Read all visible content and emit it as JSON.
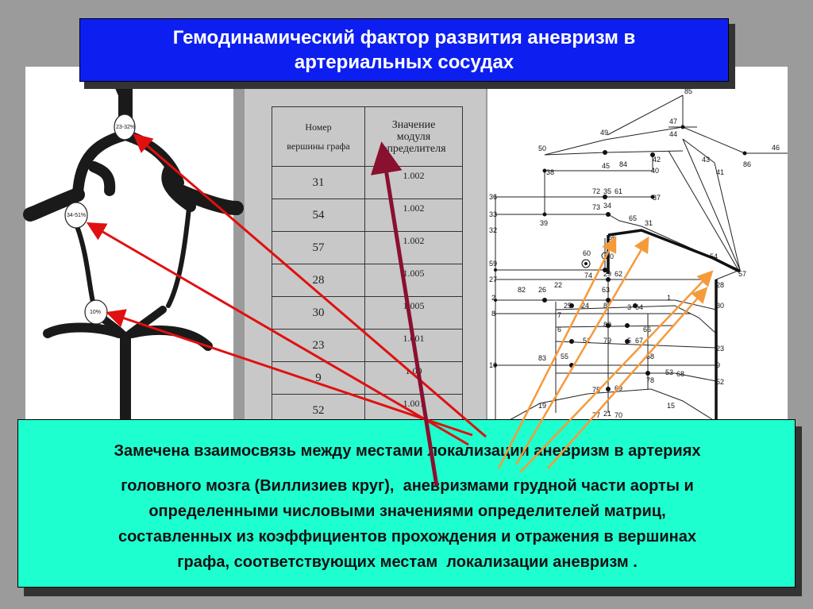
{
  "title": "Гемодинамический фактор развития аневризм в\nартериальных сосудах",
  "vessel_labels": [
    "23-32%",
    "34-51%",
    "10%"
  ],
  "table": {
    "header_col1": "Номер\nвершины графа",
    "header_col2": "Значение\nмодуля\nопределителя",
    "rows": [
      {
        "node": "31",
        "value": "1.002"
      },
      {
        "node": "54",
        "value": "1.002"
      },
      {
        "node": "57",
        "value": "1.002"
      },
      {
        "node": "28",
        "value": "1.005"
      },
      {
        "node": "30",
        "value": "1.005"
      },
      {
        "node": "23",
        "value": "1.001"
      },
      {
        "node": "9",
        "value": "1.00"
      },
      {
        "node": "52",
        "value": "1.001"
      }
    ]
  },
  "graph_labels": {
    "n85": "85",
    "n47": "47",
    "n44": "44",
    "n49": "49",
    "n50": "50",
    "n46": "46",
    "n42": "42",
    "n43": "43",
    "n86": "86",
    "n45": "45",
    "n84": "84",
    "n40": "40",
    "n41": "41",
    "n38": "38",
    "n72": "72",
    "n35": "35",
    "n61": "61",
    "n37": "37",
    "n36": "36",
    "n73": "73",
    "n34": "34",
    "n33": "33",
    "n65": "65",
    "n31": "31",
    "n39": "39",
    "n32": "32",
    "n56": "56",
    "n60": "60",
    "n0": "0",
    "n59": "59",
    "n54": "54",
    "n57": "57",
    "n74": "74",
    "n29": "29",
    "n62": "62",
    "n27": "27",
    "n28": "28",
    "n82": "82",
    "n26": "26",
    "n22": "22",
    "n63": "63",
    "n1": "1",
    "n2": "2",
    "n25": "25",
    "n24": "24",
    "n8a": "8",
    "n30": "30",
    "n8b": "8",
    "n7": "7",
    "n3": "3",
    "n64": "64",
    "n80": "80",
    "n66": "66",
    "n6": "6",
    "n51": "51",
    "n79": "79",
    "n5": "5",
    "n67": "67",
    "n23": "23",
    "n83": "83",
    "n55": "55",
    "n58": "58",
    "n10": "10",
    "n9": "9",
    "n53": "53",
    "n68": "68",
    "n78": "78",
    "n52": "52",
    "n75": "75",
    "n69": "69",
    "n19": "19",
    "n15": "15",
    "n77": "77",
    "n21": "21",
    "n70": "70"
  },
  "description_lines": [
    "Замечена взаимосвязь между местами локализации аневризм в артериях",
    "головного мозга (Виллизиев круг),  аневризмами грудной части аорты и",
    "определенными числовыми значениями определителей матриц,",
    "составленных из коэффициентов прохождения и отражения в вершинах",
    "графа, соответствующих местам  локализации аневризм ."
  ],
  "colors": {
    "title_bg": "#0d1ff0",
    "text_bg": "#1effd0",
    "red_arrow": "#e01010",
    "maroon_arrow": "#8a1030",
    "orange_arrow": "#f59a3a"
  }
}
